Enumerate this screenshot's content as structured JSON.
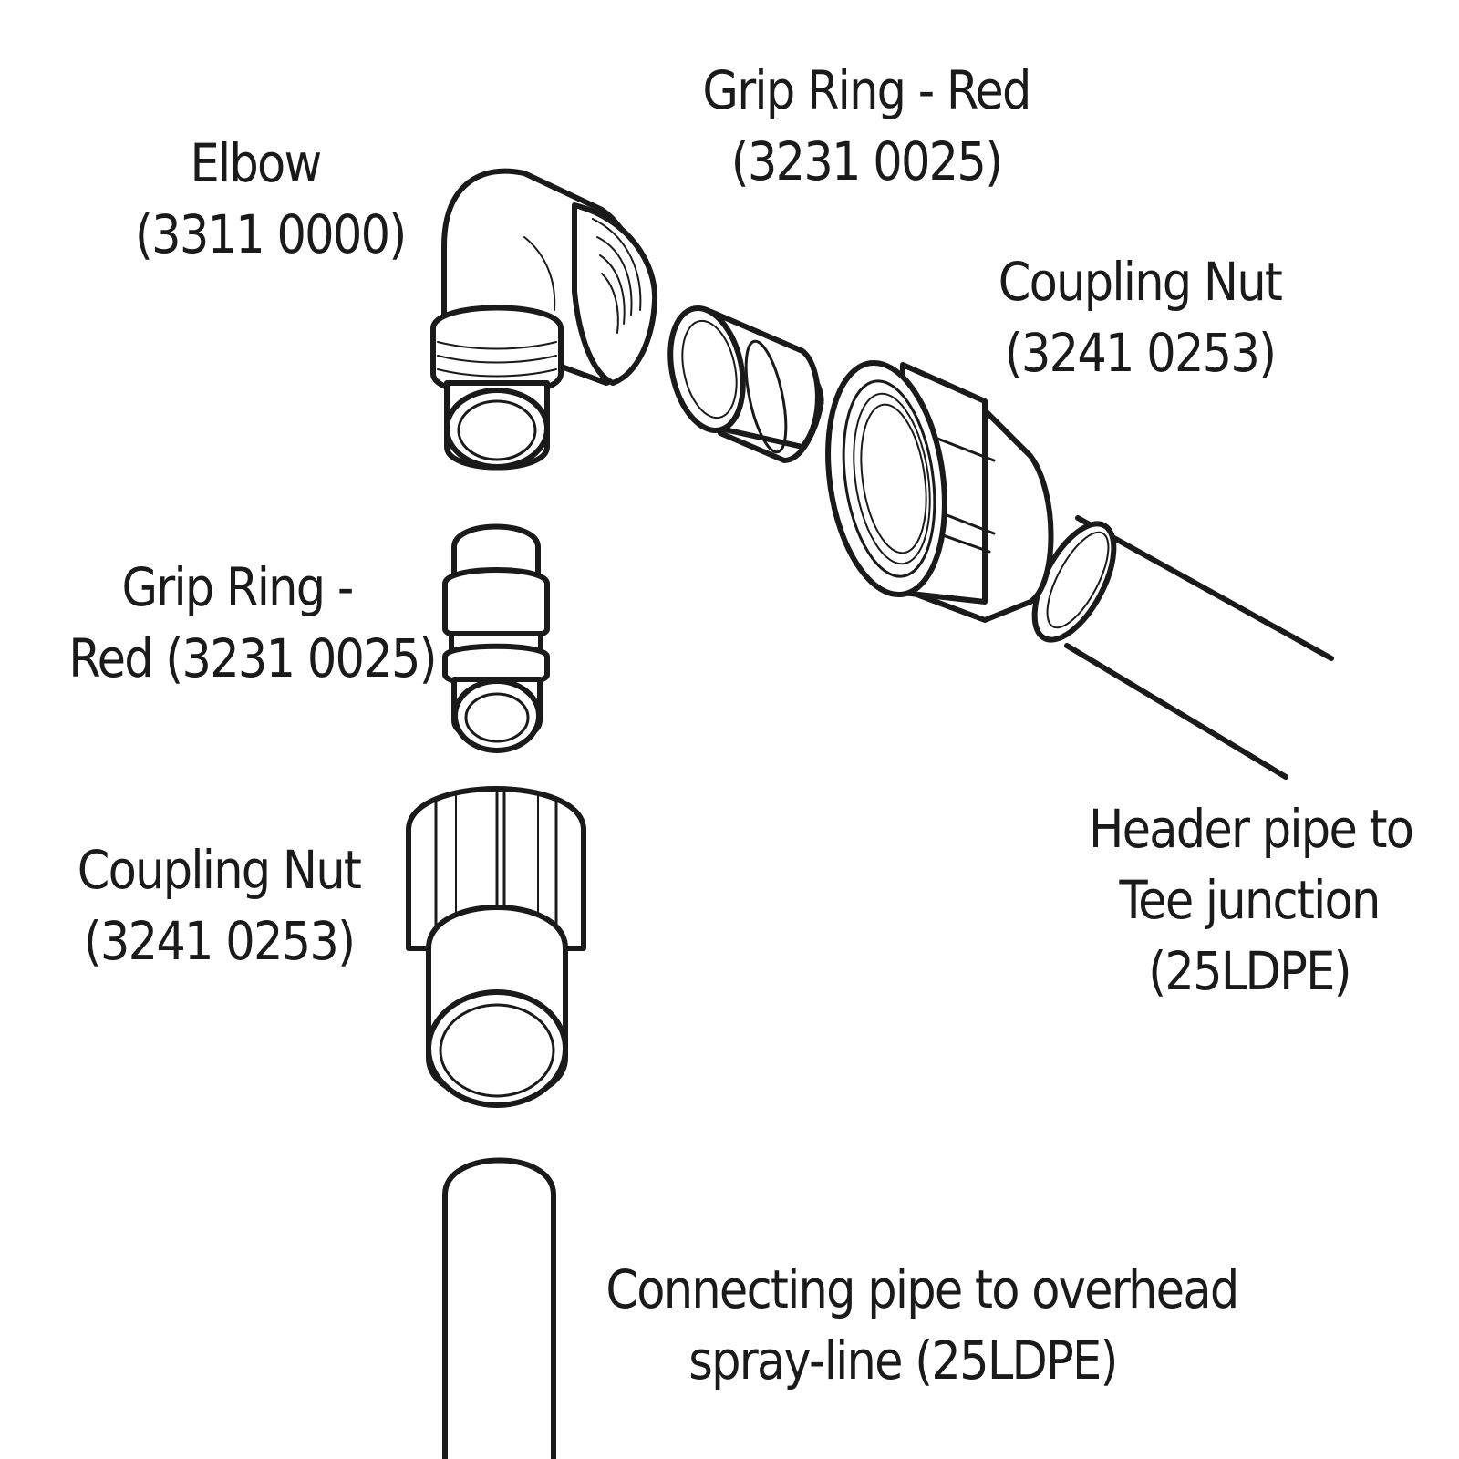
{
  "labels": {
    "elbow": {
      "line1": "Elbow",
      "line2": "(3311 0000)"
    },
    "grip_ring_top": {
      "line1": "Grip Ring - Red",
      "line2": "(3231 0025)"
    },
    "coupling_nut_right": {
      "line1": "Coupling Nut",
      "line2": "(3241 0253)"
    },
    "grip_ring_left": {
      "line1": "Grip Ring -",
      "line2": "Red (3231 0025)"
    },
    "coupling_nut_left": {
      "line1": "Coupling Nut",
      "line2": "(3241 0253)"
    },
    "header_pipe": {
      "line1": "Header pipe to",
      "line2": "Tee junction",
      "line3": "(25LDPE)"
    },
    "connecting_pipe": {
      "line1": "Connecting pipe to overhead",
      "line2": "spray-line (25LDPE)"
    }
  },
  "colors": {
    "line": "#1a1a1a",
    "background": "#ffffff"
  }
}
